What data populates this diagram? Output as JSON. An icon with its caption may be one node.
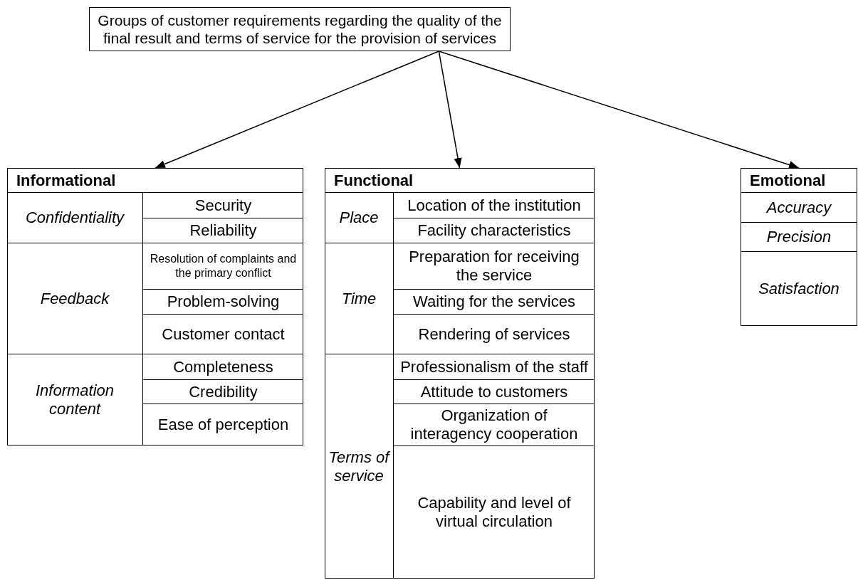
{
  "diagram": {
    "nodes": [
      {
        "text": [
          "Groups of customer requirements regarding the quality of the final result and terms of service for the provision of services"
        ]
      },
      {
        "text": [
          "Informational"
        ]
      },
      {
        "text": [
          "Confidentiality"
        ],
        "in": 1
      },
      {
        "text": [
          "Security"
        ],
        "in": 1
      },
      {
        "text": [
          "Reliability"
        ],
        "in": 1
      },
      {
        "text": [
          "Feedback"
        ],
        "in": 1
      },
      {
        "text": [
          "Resolution of complaints and the primary conflict"
        ],
        "in": 1
      },
      {
        "text": [
          "Problem-solving"
        ],
        "in": 1
      },
      {
        "text": [
          "Customer contact"
        ],
        "in": 1
      },
      {
        "text": [
          "Information content"
        ],
        "in": 1
      },
      {
        "text": [
          "Completeness"
        ],
        "in": 1
      },
      {
        "text": [
          "Credibility"
        ],
        "in": 1
      },
      {
        "text": [
          "Ease of perception"
        ],
        "in": 1
      },
      {
        "text": [
          "Functional"
        ]
      },
      {
        "text": [
          "Place"
        ],
        "in": 13
      },
      {
        "text": [
          "Location of the institution"
        ],
        "in": 13
      },
      {
        "text": [
          "Facility characteristics"
        ],
        "in": 13
      },
      {
        "text": [
          "Time"
        ],
        "in": 13
      },
      {
        "text": [
          "Preparation for receiving the service"
        ],
        "in": 13
      },
      {
        "text": [
          "Waiting for the services"
        ],
        "in": 13
      },
      {
        "text": [
          "Rendering of services"
        ],
        "in": 13
      },
      {
        "text": [
          "Terms of service"
        ],
        "in": 13
      },
      {
        "text": [
          "Professionalism of the staff"
        ],
        "in": 13
      },
      {
        "text": [
          "Attitude to customers"
        ],
        "in": 13
      },
      {
        "text": [
          "Organization of interagency cooperation"
        ],
        "in": 13
      },
      {
        "text": [
          "Capability and level of virtual circulation"
        ],
        "in": 13
      },
      {
        "text": [
          "Emotional"
        ]
      },
      {
        "text": [
          "Accuracy"
        ],
        "in": 26
      },
      {
        "text": [
          "Precision"
        ],
        "in": 26
      },
      {
        "text": [
          "Satisfaction"
        ],
        "in": 26
      }
    ],
    "edges": [
      {
        "from": 0,
        "to": 1,
        "arrow": "to"
      },
      {
        "from": 0,
        "to": 13,
        "arrow": "to"
      },
      {
        "from": 0,
        "to": 26,
        "arrow": "to"
      }
    ]
  }
}
